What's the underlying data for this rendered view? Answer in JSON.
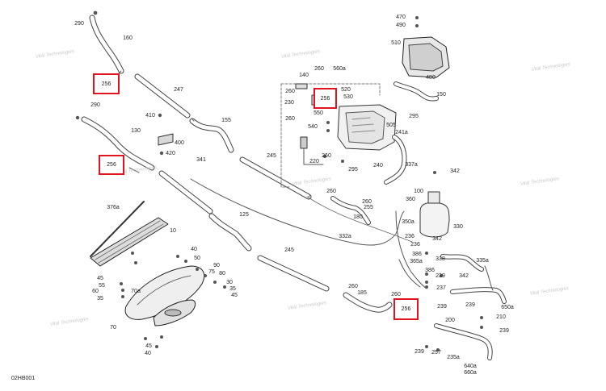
{
  "diagram_code": "02HB001",
  "watermark_text": "Vital Technologies",
  "highlight_color": "#e0141e",
  "highlighted_callouts": [
    {
      "id": "hl-1",
      "text": "256"
    },
    {
      "id": "hl-2",
      "text": "256"
    },
    {
      "id": "hl-3",
      "text": "256"
    },
    {
      "id": "hl-4",
      "text": "256"
    }
  ],
  "callouts": [
    {
      "id": "c290a",
      "text": "290"
    },
    {
      "id": "c160",
      "text": "160"
    },
    {
      "id": "c247",
      "text": "247"
    },
    {
      "id": "c290b",
      "text": "290"
    },
    {
      "id": "c410",
      "text": "410"
    },
    {
      "id": "c130",
      "text": "130"
    },
    {
      "id": "c400",
      "text": "400"
    },
    {
      "id": "c420",
      "text": "420"
    },
    {
      "id": "c155",
      "text": "155"
    },
    {
      "id": "c341",
      "text": "341"
    },
    {
      "id": "c245a",
      "text": "245"
    },
    {
      "id": "c125",
      "text": "125"
    },
    {
      "id": "c245b",
      "text": "245"
    },
    {
      "id": "c332a",
      "text": "332a"
    },
    {
      "id": "c376a",
      "text": "376a"
    },
    {
      "id": "c10",
      "text": "10"
    },
    {
      "id": "c40a",
      "text": "40"
    },
    {
      "id": "c50",
      "text": "50"
    },
    {
      "id": "c90",
      "text": "90"
    },
    {
      "id": "c75",
      "text": "75"
    },
    {
      "id": "c80",
      "text": "80"
    },
    {
      "id": "c45a",
      "text": "45"
    },
    {
      "id": "c55",
      "text": "55"
    },
    {
      "id": "c60",
      "text": "60"
    },
    {
      "id": "c35a",
      "text": "35"
    },
    {
      "id": "c70a",
      "text": "70a"
    },
    {
      "id": "c30",
      "text": "30"
    },
    {
      "id": "c35b",
      "text": "35"
    },
    {
      "id": "c45b",
      "text": "45"
    },
    {
      "id": "c70",
      "text": "70"
    },
    {
      "id": "c45c",
      "text": "45"
    },
    {
      "id": "c40b",
      "text": "40"
    },
    {
      "id": "c140",
      "text": "140"
    },
    {
      "id": "c260a",
      "text": "260"
    },
    {
      "id": "c560a",
      "text": "560a"
    },
    {
      "id": "c520",
      "text": "520"
    },
    {
      "id": "c260b",
      "text": "260"
    },
    {
      "id": "c230",
      "text": "230"
    },
    {
      "id": "c530",
      "text": "530"
    },
    {
      "id": "c550",
      "text": "550"
    },
    {
      "id": "c260c",
      "text": "260"
    },
    {
      "id": "c540",
      "text": "540"
    },
    {
      "id": "c505",
      "text": "505"
    },
    {
      "id": "c260d",
      "text": "260"
    },
    {
      "id": "c220",
      "text": "220"
    },
    {
      "id": "c295a",
      "text": "295"
    },
    {
      "id": "c240",
      "text": "240"
    },
    {
      "id": "c241a",
      "text": "241a"
    },
    {
      "id": "c470",
      "text": "470"
    },
    {
      "id": "c490",
      "text": "490"
    },
    {
      "id": "c510",
      "text": "510"
    },
    {
      "id": "c480",
      "text": "480"
    },
    {
      "id": "c150",
      "text": "150"
    },
    {
      "id": "c295b",
      "text": "295"
    },
    {
      "id": "c337a",
      "text": "337a"
    },
    {
      "id": "c342a",
      "text": "342"
    },
    {
      "id": "c100",
      "text": "100"
    },
    {
      "id": "c360",
      "text": "360"
    },
    {
      "id": "c260e",
      "text": "260"
    },
    {
      "id": "c260f",
      "text": "260"
    },
    {
      "id": "c255",
      "text": "255"
    },
    {
      "id": "c180",
      "text": "180"
    },
    {
      "id": "c350a",
      "text": "350a"
    },
    {
      "id": "c330",
      "text": "330"
    },
    {
      "id": "c236a",
      "text": "236"
    },
    {
      "id": "c342b",
      "text": "342"
    },
    {
      "id": "c236b",
      "text": "236"
    },
    {
      "id": "c386a",
      "text": "386"
    },
    {
      "id": "c338",
      "text": "338"
    },
    {
      "id": "c365a",
      "text": "365a"
    },
    {
      "id": "c335a",
      "text": "335a"
    },
    {
      "id": "c386b",
      "text": "386"
    },
    {
      "id": "c239a",
      "text": "239"
    },
    {
      "id": "c342c",
      "text": "342"
    },
    {
      "id": "c237",
      "text": "237"
    },
    {
      "id": "c260g",
      "text": "260"
    },
    {
      "id": "c185",
      "text": "185"
    },
    {
      "id": "c260h",
      "text": "260"
    },
    {
      "id": "c239b",
      "text": "239"
    },
    {
      "id": "c239c",
      "text": "239"
    },
    {
      "id": "c650a",
      "text": "650a"
    },
    {
      "id": "c210",
      "text": "210"
    },
    {
      "id": "c200",
      "text": "200"
    },
    {
      "id": "c239d",
      "text": "239"
    },
    {
      "id": "c239e",
      "text": "239"
    },
    {
      "id": "c257",
      "text": "257"
    },
    {
      "id": "c235a",
      "text": "235a"
    },
    {
      "id": "c640a",
      "text": "640a"
    },
    {
      "id": "c660a",
      "text": "660a"
    }
  ]
}
